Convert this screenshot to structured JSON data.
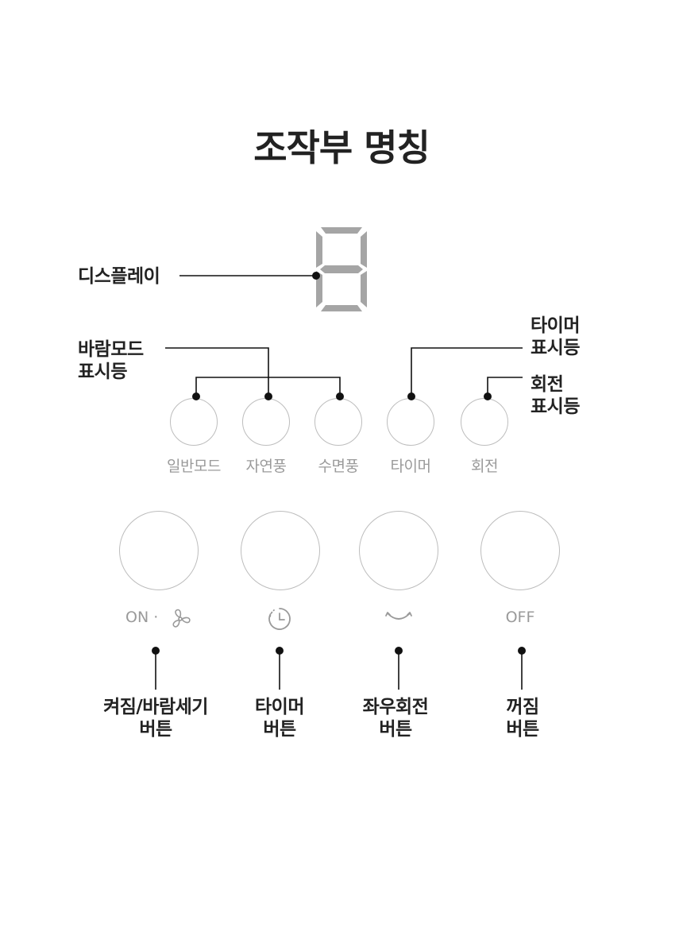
{
  "title": "조작부 명칭",
  "callouts": {
    "display": "디스플레이",
    "wind_mode_1": "바람모드",
    "wind_mode_2": "표시등",
    "timer_ind_1": "타이머",
    "timer_ind_2": "표시등",
    "rotation_ind_1": "회전",
    "rotation_ind_2": "표시등"
  },
  "indicators": [
    {
      "label": "일반모드"
    },
    {
      "label": "자연풍"
    },
    {
      "label": "수면풍"
    },
    {
      "label": "타이머"
    },
    {
      "label": "회전"
    }
  ],
  "buttons": [
    {
      "label_text": "ON ·",
      "icon": "fan-icon",
      "callout_1": "켜짐/바람세기",
      "callout_2": "버튼"
    },
    {
      "label_text": "",
      "icon": "timer-clock-icon",
      "callout_1": "타이머",
      "callout_2": "버튼"
    },
    {
      "label_text": "",
      "icon": "rotation-arc-icon",
      "callout_1": "좌우회전",
      "callout_2": "버튼"
    },
    {
      "label_text": "OFF",
      "icon": "",
      "callout_1": "꺼짐",
      "callout_2": "버튼"
    }
  ],
  "display_digit_color": "#a5a5a5",
  "line_color": "#111111",
  "circle_border_color": "#bdbdbd",
  "label_color": "#9a9a9a"
}
